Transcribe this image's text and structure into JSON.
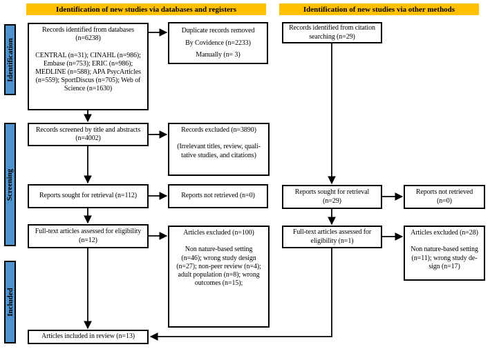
{
  "colors": {
    "header_bg": "#FFC000",
    "stage_bar_bg": "#4F94CE",
    "box_border": "#000000",
    "arrow": "#000000"
  },
  "headers": {
    "databases": "Identification of new studies via databases and registers",
    "other_methods": "Identification of new studies via other methods"
  },
  "stages": {
    "identification": "Identification",
    "screening": "Screening",
    "included": "Included"
  },
  "boxes": {
    "records_identified_databases": "Records identified from databases\n(n=6238)\n\nCENTRAL (n=31); CINAHL (n=986);\nEmbase (n=753); ERIC (n=986);\nMEDLINE (n=588); APA PsycArticles\n(n=559); SportDiscus (n=705); Web of\nScience (n=1630)",
    "duplicate_records_removed": "Duplicate records removed\nBy Covidence (n=2233)\nManually (n= 3)",
    "records_identified_citation": "Records identified from citation\nsearching (n=29)",
    "records_screened": "Records screened by title and abstracts\n(n=4002)",
    "records_excluded": "Records excluded (n=3890)\n\n(Irrelevant titles, review, quali-\ntative studies, and citations)",
    "reports_sought_databases": "Reports sought for retrieval (n=112)",
    "reports_not_retrieved_databases": "Reports not retrieved (n=0)",
    "reports_sought_other": "Reports sought for retrieval\n(n=29)",
    "reports_not_retrieved_other": "Reports not retrieved\n(n=0)",
    "fulltext_assessed_databases": "Full-text articles assessed for eligibility\n(n=12)",
    "articles_excluded_databases": "Articles excluded (n=100)\n\nNon nature-based setting\n(n=46); wrong study design\n(n=27); non-peer review (n=4);\nadult population (n=8); wrong\noutcomes (n=15);",
    "fulltext_assessed_other": "Full-text articles assessed for\neligibility (n=1)",
    "articles_excluded_other": "Articles excluded (n=28)\n\nNon nature-based setting\n(n=11); wrong study de-\nsign (n=17)",
    "articles_included": "Articles included in review (n=13)"
  }
}
